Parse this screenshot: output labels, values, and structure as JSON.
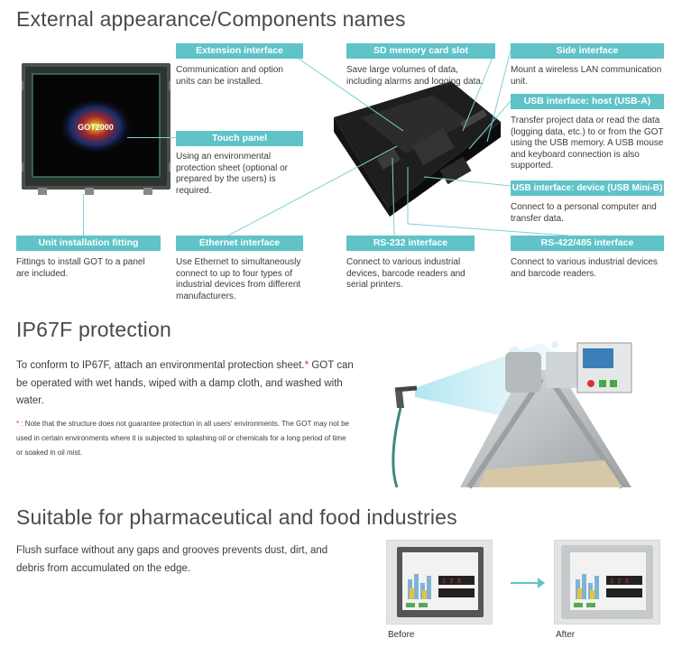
{
  "section1": {
    "title": "External appearance/Components names",
    "components": {
      "extension": {
        "label": "Extension interface",
        "desc": "Communication and option units can be installed."
      },
      "touch": {
        "label": "Touch panel",
        "desc": "Using an environmental protection sheet (optional or prepared by the users) is required."
      },
      "sd": {
        "label": "SD memory card slot",
        "desc": "Save large volumes of data, including alarms and logging data."
      },
      "side": {
        "label": "Side interface",
        "desc": "Mount a wireless LAN communication unit."
      },
      "usb_host": {
        "label": "USB interface: host (USB-A)",
        "desc": "Transfer project data or read the data (logging data, etc.) to or from the GOT using the USB memory. A USB mouse and keyboard connection is also supported."
      },
      "usb_device": {
        "label": "USB interface: device (USB Mini-B)",
        "desc": "Connect to a personal computer and transfer data."
      },
      "mount": {
        "label": "Unit installation fitting",
        "desc": "Fittings to install GOT to a panel are included."
      },
      "ethernet": {
        "label": "Ethernet interface",
        "desc": "Use Ethernet to simultaneously connect to up to four types of industrial devices from different manufacturers."
      },
      "rs232": {
        "label": "RS-232 interface",
        "desc": "Connect to various industrial devices, barcode readers and serial printers."
      },
      "rs422": {
        "label": "RS-422/485 interface",
        "desc": "Connect to various industrial devices and barcode readers."
      }
    },
    "screen_logo": "GOT2000"
  },
  "section2": {
    "title": "IP67F protection",
    "body": "To conform to IP67F, attach an environmental protection sheet.",
    "asterisk": "*",
    "body2": "GOT can be operated with wet hands, wiped with a damp cloth, and washed with water.",
    "note_mark": "* :",
    "note": "Note that the structure does not guarantee protection in all users' environments. The GOT may not be used in certain environments where it is subjected to splashing oil or chemicals for a long period of time or soaked in oil mist."
  },
  "section3": {
    "title": "Suitable for pharmaceutical and food industries",
    "body": "Flush surface without any gaps and grooves prevents dust, dirt, and debris from accumulated on the edge.",
    "before": "Before",
    "after": "After"
  },
  "colors": {
    "accent": "#5fc3c8",
    "line": "#7fd0d4",
    "heading": "#4a4a4a"
  }
}
